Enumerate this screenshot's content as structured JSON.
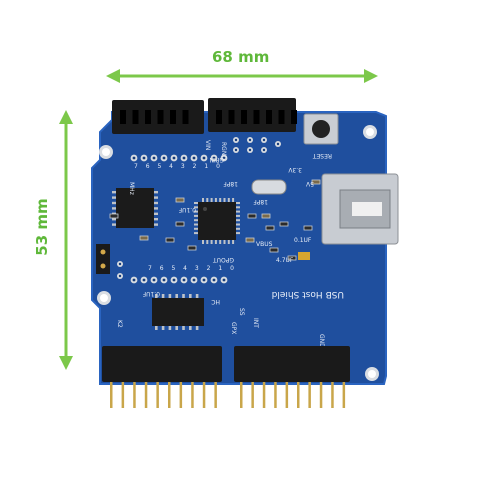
{
  "dimensions": {
    "width_label": "68 mm",
    "height_label": "53 mm"
  },
  "board": {
    "title": "USB Host Shield",
    "labels": {
      "reset": "RESET",
      "vbus": "VBUS",
      "v33": "3.3V",
      "v5": "5V",
      "gpin": "GPIN",
      "gpout": "GPOUT",
      "rgnd": "RGND",
      "vin": "VIN",
      "cap_18pf": "18PF",
      "cap_18pf_2": "18PF",
      "cap_01uf": "0.1UF",
      "cap_01uf_2": "0.1UF",
      "cap_01uf_3": "0.1UF",
      "cap_47uf": "4.7UF",
      "mhz": "MHz",
      "hc": "HC",
      "k2": "K2",
      "int": "INT",
      "ss": "SS",
      "gpx": "GPX",
      "gnd": "GND",
      "gpin_nums": "7 6 5 4 3 2 1 0",
      "gpout_nums": "7 6 5 4 3 2 1 0"
    }
  },
  "colors": {
    "dimension_line": "#7cc84a",
    "label_text": "#5fb83a",
    "pcb": "#1f4f9e",
    "pcb_dark": "#163c7a",
    "header": "#1a1a1a",
    "usb_metal": "#c8ccd2"
  }
}
